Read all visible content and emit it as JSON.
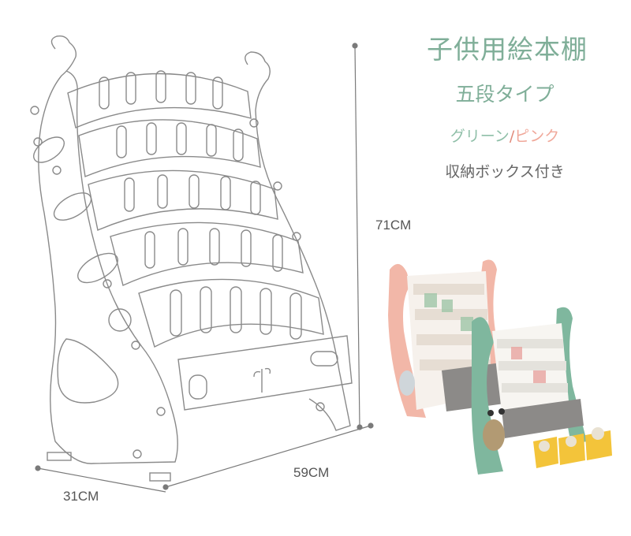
{
  "title": "子供用絵本棚",
  "subtitle": "五段タイプ",
  "colors": {
    "green": "グリーン",
    "separator": "/",
    "pink": "ピンク"
  },
  "storage_note": "収納ボックス付き",
  "dimensions": {
    "height": "71CM",
    "width": "59CM",
    "depth": "31CM"
  },
  "palette": {
    "title": "#7fae98",
    "green": "#8fbfa8",
    "pink_text": "#f0a89a",
    "pink_shelf": "#f2b7a8",
    "green_shelf": "#7fb79e",
    "box_yellow": "#f3c43a"
  }
}
